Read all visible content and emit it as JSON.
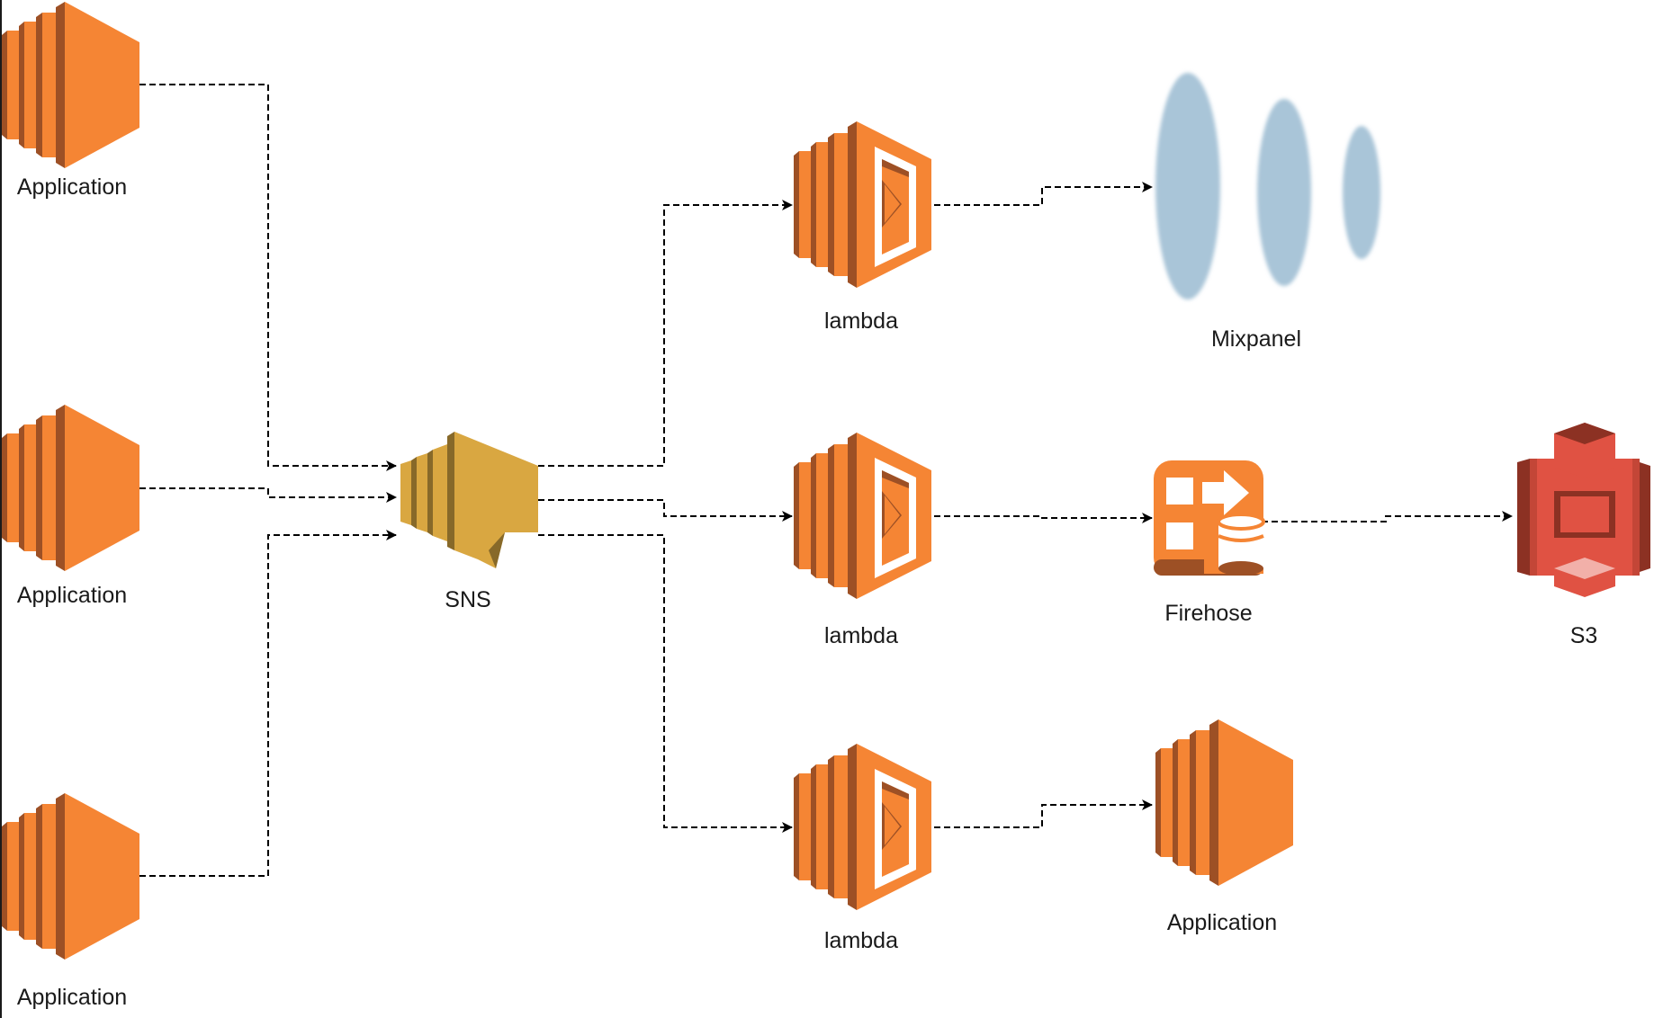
{
  "nodes": {
    "app_top": {
      "label": "Application",
      "icon": "ec2-icon"
    },
    "app_mid": {
      "label": "Application",
      "icon": "ec2-icon"
    },
    "app_bottom": {
      "label": "Application",
      "icon": "ec2-icon"
    },
    "sns": {
      "label": "SNS",
      "icon": "sns-icon"
    },
    "lambda_top": {
      "label": "lambda",
      "icon": "lambda-icon"
    },
    "lambda_mid": {
      "label": "lambda",
      "icon": "lambda-icon"
    },
    "lambda_bottom": {
      "label": "lambda",
      "icon": "lambda-icon"
    },
    "mixpanel": {
      "label": "Mixpanel",
      "icon": "mixpanel-logo-icon"
    },
    "firehose": {
      "label": "Firehose",
      "icon": "firehose-icon"
    },
    "s3": {
      "label": "S3",
      "icon": "s3-icon"
    },
    "app_target": {
      "label": "Application",
      "icon": "ec2-icon"
    }
  },
  "edges": [
    {
      "from": "app_top",
      "to": "sns"
    },
    {
      "from": "app_mid",
      "to": "sns"
    },
    {
      "from": "app_bottom",
      "to": "sns"
    },
    {
      "from": "sns",
      "to": "lambda_top"
    },
    {
      "from": "sns",
      "to": "lambda_mid"
    },
    {
      "from": "sns",
      "to": "lambda_bottom"
    },
    {
      "from": "lambda_top",
      "to": "mixpanel"
    },
    {
      "from": "lambda_mid",
      "to": "firehose"
    },
    {
      "from": "firehose",
      "to": "s3"
    },
    {
      "from": "lambda_bottom",
      "to": "app_target"
    }
  ],
  "colors": {
    "ec2_orange": "#F58534",
    "ec2_dark": "#9D5025",
    "sns_gold": "#D9A741",
    "sns_dark": "#876929",
    "s3_red": "#E05243",
    "s3_dark": "#8C3123",
    "mixpanel_blue": "#A9C5D8",
    "connector": "#000000"
  }
}
